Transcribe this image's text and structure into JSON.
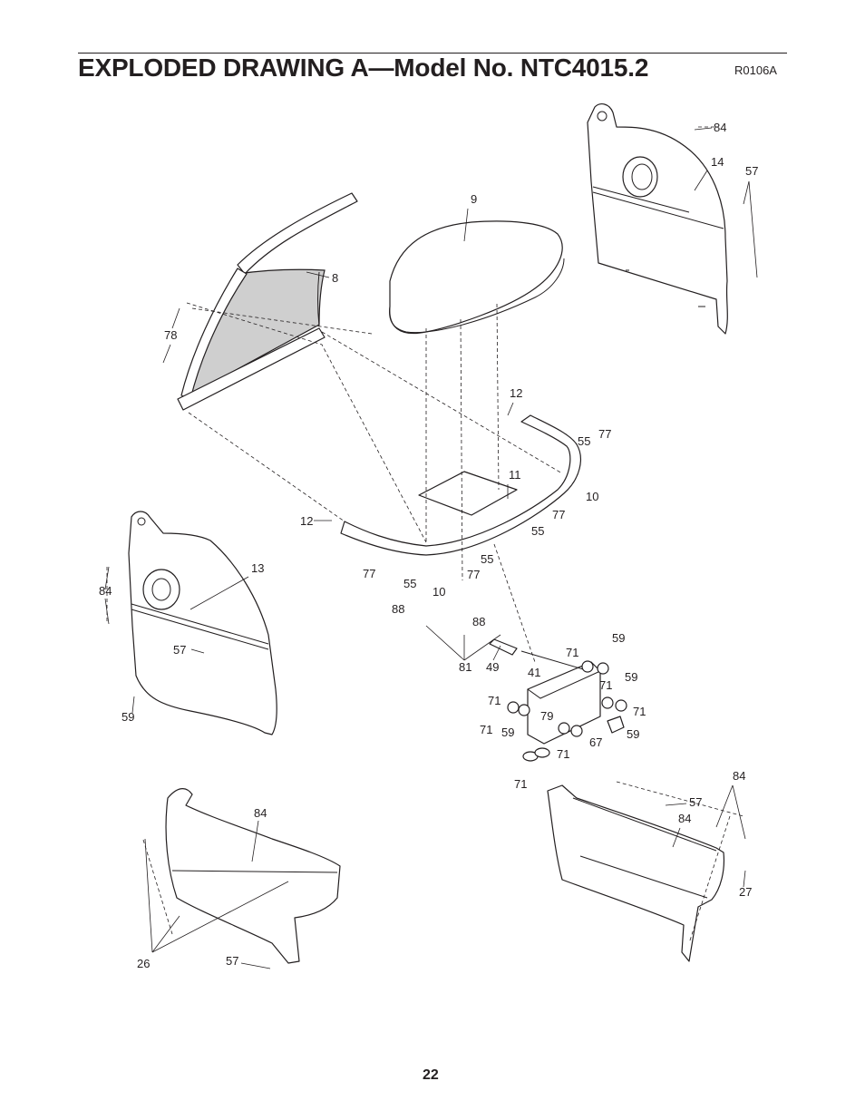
{
  "header": {
    "title": "EXPLODED DRAWING A—Model No. NTC4015.2",
    "reference": "R0106A"
  },
  "footer": {
    "page_number": "22"
  },
  "callouts": [
    "84",
    "14",
    "57",
    "9",
    "8",
    "78",
    "12",
    "55",
    "77",
    "10",
    "11",
    "12",
    "77",
    "55",
    "13",
    "84",
    "77",
    "55",
    "10",
    "77",
    "55",
    "88",
    "88",
    "81",
    "49",
    "41",
    "59",
    "71",
    "71",
    "59",
    "71",
    "71",
    "71",
    "59",
    "79",
    "71",
    "59",
    "67",
    "71",
    "59",
    "57",
    "84",
    "26",
    "57",
    "84",
    "57",
    "84",
    "27",
    "84",
    "57"
  ]
}
